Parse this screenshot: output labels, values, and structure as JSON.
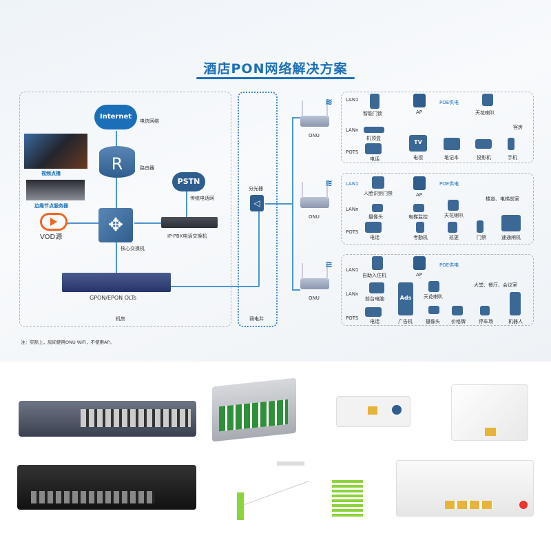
{
  "title": "酒店PON网络解决方案",
  "left": {
    "internet": "Internet",
    "internet_label": "电信网络",
    "router_label": "路由器",
    "pstn": "PSTN",
    "pstn_label": "传统电话网",
    "vod_screen_label": "视频点播",
    "edge_server_label": "边缘节点服务器",
    "vod_label": "VOD源",
    "core_switch_label": "核心交换机",
    "pbx_label": "IP-PBX电话交换机",
    "olt_label": "GPON/EPON OLTs",
    "room_label": "机房"
  },
  "shaft": {
    "splitter_label": "分光器",
    "label": "弱电井"
  },
  "note": "注：实际上，房间使用ONU WiFi，不使用AP。",
  "groups": [
    {
      "area": "客房",
      "onu": "ONU",
      "lan1": "LAN1",
      "lann": "LANn",
      "pots": "POTS",
      "ap": "AP",
      "poe": "POE供电",
      "items": [
        "智能门锁",
        "机顶盒",
        "电话",
        "天花喇叭",
        "电视",
        "笔记本",
        "投影机",
        "手机"
      ],
      "tv_text": "TV"
    },
    {
      "area": "楼道、电梯前室",
      "onu": "ONU",
      "lan1": "LAN1",
      "lann": "LANn",
      "pots": "POTS",
      "ap": "AP",
      "poe": "POE供电",
      "items": [
        "人脸识别门禁",
        "摄像头",
        "电话",
        "电梯监控",
        "天花喇叭",
        "考勤机",
        "巡更",
        "门禁",
        "速通闸机"
      ]
    },
    {
      "area": "大堂、餐厅、会议室",
      "onu": "ONU",
      "lan1": "LAN1",
      "lann": "LANn",
      "pots": "POTS",
      "ap": "AP",
      "poe": "POE供电",
      "items": [
        "自助入住机",
        "前台电脑",
        "电话",
        "广告机",
        "天花喇叭",
        "摄像头",
        "价格牌",
        "停车场",
        "机器人"
      ],
      "ads_text": "Ads"
    }
  ],
  "colors": {
    "accent": "#1b6fb8",
    "device": "#2f5e8e",
    "vod": "#f0661e"
  }
}
